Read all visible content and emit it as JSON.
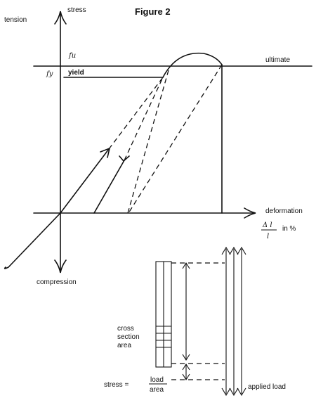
{
  "figure": {
    "title": "Figure 2"
  },
  "axes": {
    "y_top": "stress",
    "y_top_left": "tension",
    "y_bottom": "compression",
    "x_right": "deformation",
    "x_unit_numerator": "Δ l",
    "x_unit_denominator": "l",
    "x_unit_suffix": "in %"
  },
  "levels": {
    "ultimate_mark": "fu",
    "yield_mark": "fy",
    "ultimate": "ultimate",
    "yield": "yield"
  },
  "lower_diagram": {
    "label_line1": "cross",
    "label_line2": "section",
    "label_line3": "area",
    "stress_label": "stress  =",
    "fraction_numerator": "load",
    "fraction_denominator": "area",
    "applied_load": "applied load"
  }
}
